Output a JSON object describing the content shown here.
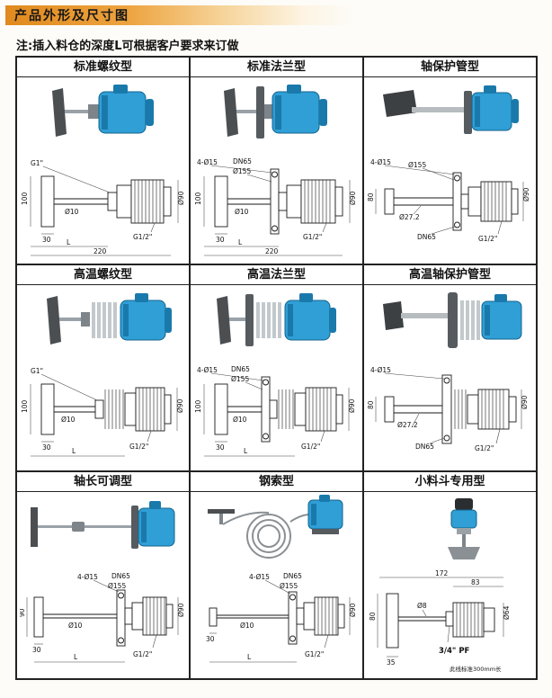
{
  "page": {
    "title": "产品外形及尺寸图",
    "note": "注:插入料仓的深度L可根据客户要求来订做"
  },
  "cells": [
    {
      "title": "标准螺纹型",
      "labels": [
        "G1\"",
        "100",
        "Ø10",
        "30",
        "L",
        "220",
        "Ø90",
        "G1/2\""
      ]
    },
    {
      "title": "标准法兰型",
      "labels": [
        "4-Ø15",
        "DN65",
        "Ø155",
        "Ø10",
        "100",
        "30",
        "L",
        "220",
        "Ø90",
        "G1/2\""
      ]
    },
    {
      "title": "轴保护管型",
      "labels": [
        "4-Ø15",
        "Ø155",
        "Ø27.2",
        "DN65",
        "80",
        "Ø90",
        "G1/2\""
      ]
    },
    {
      "title": "高温螺纹型",
      "labels": [
        "G1\"",
        "100",
        "Ø10",
        "30",
        "L",
        "Ø90",
        "G1/2\""
      ]
    },
    {
      "title": "高温法兰型",
      "labels": [
        "4-Ø15",
        "DN65",
        "Ø155",
        "Ø10",
        "100",
        "30",
        "L",
        "Ø90",
        "G1/2\""
      ]
    },
    {
      "title": "高温轴保护管型",
      "labels": [
        "4-Ø15",
        "Ø27.2",
        "DN65",
        "80",
        "Ø90",
        "G1/2\""
      ]
    },
    {
      "title": "轴长可调型",
      "labels": [
        "4-Ø15",
        "DN65",
        "Ø155",
        "Ø10",
        "90",
        "30",
        "L",
        "Ø90",
        "G1/2\""
      ]
    },
    {
      "title": "钢索型",
      "labels": [
        "4-Ø15",
        "DN65",
        "Ø155",
        "Ø10",
        "30",
        "L",
        "Ø90",
        "G1/2\""
      ]
    },
    {
      "title": "小料斗专用型",
      "labels": [
        "172",
        "83",
        "80",
        "Ø8",
        "3/4\" PF",
        "Ø64",
        "35",
        "此线标准300mm长"
      ]
    }
  ]
}
